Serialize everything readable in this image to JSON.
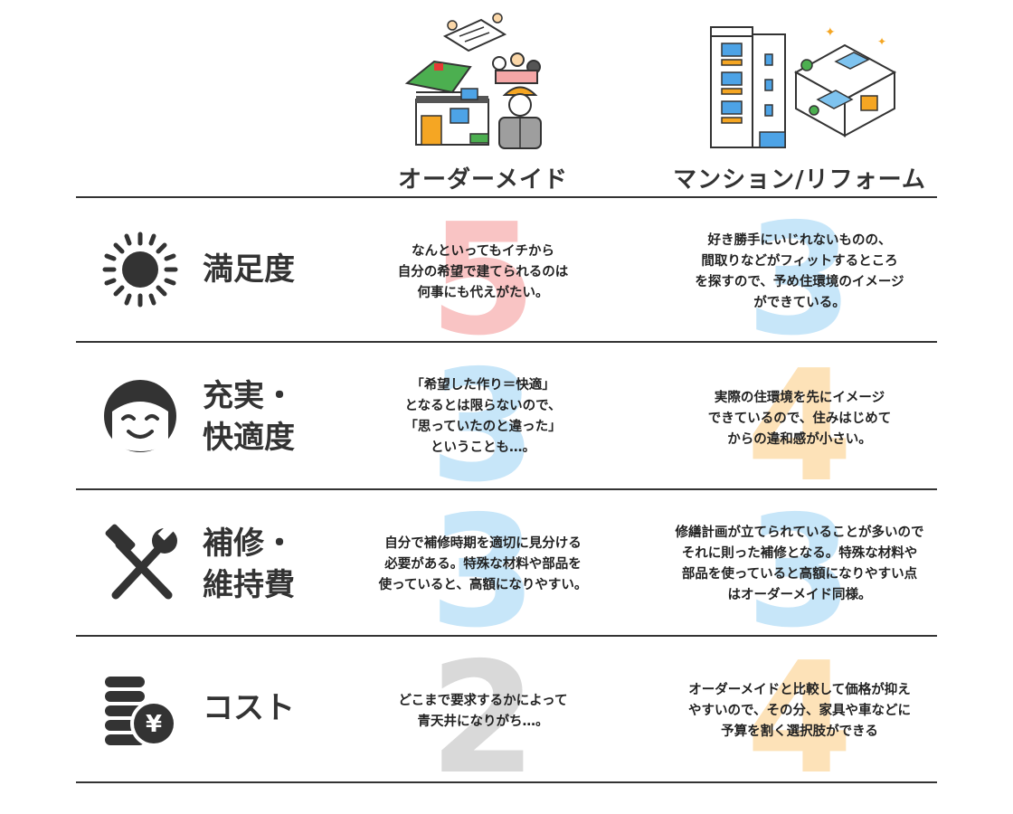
{
  "columns": [
    {
      "title": "オーダーメイド",
      "illustration": "custom-build-house-icon"
    },
    {
      "title": "マンション/リフォーム",
      "illustration": "apartment-building-icon"
    }
  ],
  "rows": [
    {
      "category_lines": [
        "満足度"
      ],
      "icon": "sun-icon",
      "cells": [
        {
          "score": "5",
          "score_color": "#f9c4c4",
          "lines": [
            "なんといってもイチから",
            "自分の希望で建てられるのは",
            "何事にも代えがたい。"
          ]
        },
        {
          "score": "3",
          "score_color": "#c7e6f9",
          "lines": [
            "好き勝手にいじれないものの、",
            "間取りなどがフィットするところ",
            "を探すので、予め住環境のイメージ",
            "ができている。"
          ]
        }
      ]
    },
    {
      "category_lines": [
        "充実・",
        "快適度"
      ],
      "icon": "smiley-face-icon",
      "cells": [
        {
          "score": "3",
          "score_color": "#c7e6f9",
          "lines": [
            "「希望した作り＝快適」",
            "となるとは限らないので、",
            "「思っていたのと違った」",
            "ということも…。"
          ]
        },
        {
          "score": "4",
          "score_color": "#fde2b8",
          "lines": [
            "実際の住環境を先にイメージ",
            "できているので、住みはじめて",
            "からの違和感が小さい。"
          ]
        }
      ]
    },
    {
      "category_lines": [
        "補修・",
        "維持費"
      ],
      "icon": "hammer-wrench-icon",
      "cells": [
        {
          "score": "3",
          "score_color": "#c7e6f9",
          "lines": [
            "自分で補修時期を適切に見分ける",
            "必要がある。特殊な材料や部品を",
            "使っていると、高額になりやすい。"
          ]
        },
        {
          "score": "3",
          "score_color": "#c7e6f9",
          "lines": [
            "修繕計画が立てられていることが多いので",
            "それに則った補修となる。特殊な材料や",
            "部品を使っていると高額になりやすい点",
            "はオーダーメイド同様。"
          ]
        }
      ]
    },
    {
      "category_lines": [
        "コスト"
      ],
      "icon": "coins-yen-icon",
      "cells": [
        {
          "score": "2",
          "score_color": "#d9d9d9",
          "lines": [
            "どこまで要求するかによって",
            "青天井になりがち…。"
          ]
        },
        {
          "score": "4",
          "score_color": "#fde2b8",
          "lines": [
            "オーダーメイドと比較して価格が抑え",
            "やすいので、その分、家具や車などに",
            "予算を割く選択肢ができる"
          ]
        }
      ]
    }
  ]
}
